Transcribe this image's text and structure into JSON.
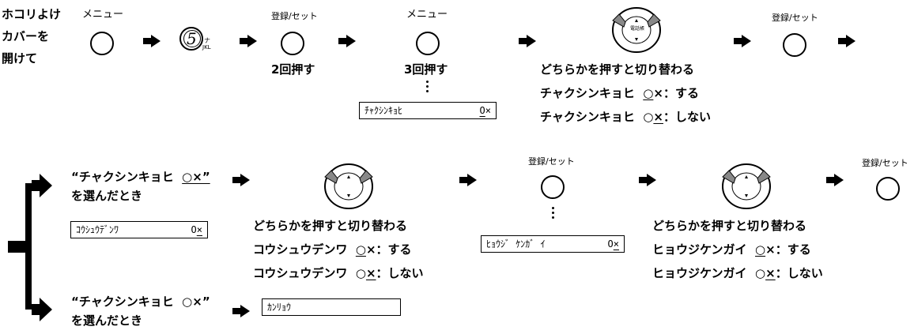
{
  "row1": {
    "open_cover": [
      "ホコリよけ",
      "カバーを",
      "開けて"
    ],
    "menu_label": "メニュー",
    "key5": {
      "digit": "5",
      "sub1": "ナ",
      "sub2": "JKL"
    },
    "register_label": "登録/セット",
    "press_twice": "2回押す",
    "menu_label_2": "メニュー",
    "press_thrice": "3回押す",
    "lcd_1": {
      "text": "ﾁｬｸｼﾝｷｮﾋ",
      "o": "O",
      "x": "×"
    },
    "toggle_note": "どちらかを押すと切り替わる",
    "option_on": {
      "name": "チャクシンキョヒ",
      "o": "○",
      "x": "×",
      "suffix": "：する"
    },
    "option_off": {
      "name": "チャクシンキョヒ",
      "o": "○",
      "x": "×",
      "suffix": "：しない"
    },
    "register_label_2": "登録/セット",
    "dial_center": "電話帳"
  },
  "row2": {
    "case_on_quote": "“チャクシンキョヒ",
    "case_on_ox": "○×”",
    "case_on_suffix": "を選んだとき",
    "lcd_2": {
      "text": "ｺｳｼｭｳﾃﾞﾝﾜ",
      "o": "O",
      "x": "×"
    },
    "toggle_note_2": "どちらかを押すと切り替わる",
    "kou_on": {
      "name": "コウシュウデンワ",
      "o": "○",
      "x": "×",
      "suffix": "：する"
    },
    "kou_off": {
      "name": "コウシュウデンワ",
      "o": "○",
      "x": "×",
      "suffix": "：しない"
    },
    "register_label_3": "登録/セット",
    "lcd_3": {
      "text": "ﾋｮｳｼﾞ ｹﾝｶﾞ ｲ",
      "o": "O",
      "x": "×"
    },
    "toggle_note_3": "どちらかを押すと切り替わる",
    "hyo_on": {
      "name": "ヒョウジケンガイ",
      "o": "○",
      "x": "×",
      "suffix": "：する"
    },
    "hyo_off": {
      "name": "ヒョウジケンガイ",
      "o": "○",
      "x": "×",
      "suffix": "：しない"
    },
    "register_label_4": "登録/セット"
  },
  "row3": {
    "case_off_quote": "“チャクシンキョヒ",
    "case_off_ox": "○×”",
    "case_off_suffix": "を選んだとき",
    "lcd_4": {
      "text": "ｶﾝﾘｮｳ"
    }
  }
}
